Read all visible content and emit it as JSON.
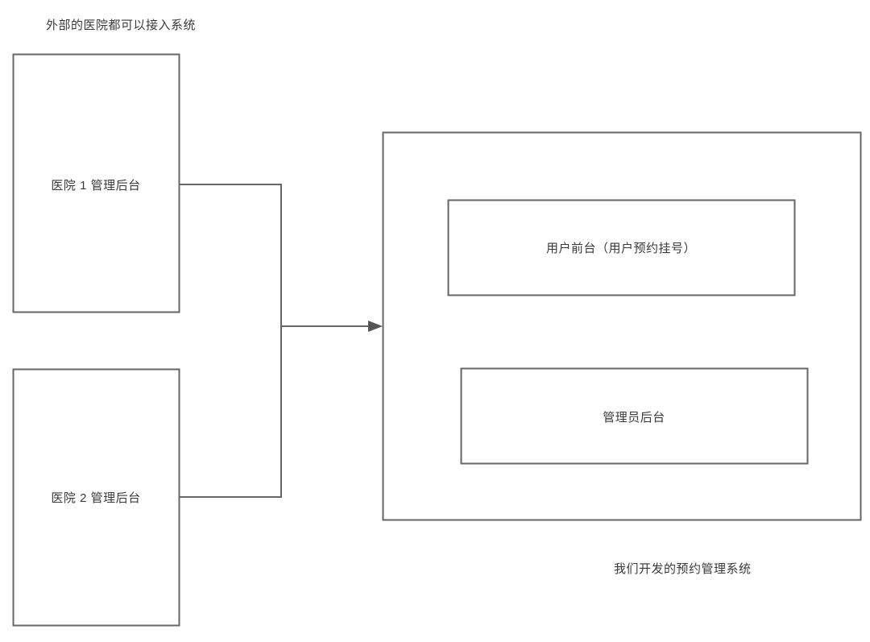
{
  "diagram": {
    "title_note": "外部的医院都可以接入系统",
    "system_caption": "我们开发的预约管理系统",
    "stroke_color": "#666666",
    "text_color": "#3a3a3a",
    "background_color": "#ffffff",
    "nodes": {
      "hospital1": {
        "label": "医院 1 管理后台"
      },
      "hospital2": {
        "label": "医院 2 管理后台"
      },
      "user_portal": {
        "label": "用户前台（用户预约挂号）"
      },
      "admin_portal": {
        "label": "管理员后台"
      }
    }
  }
}
